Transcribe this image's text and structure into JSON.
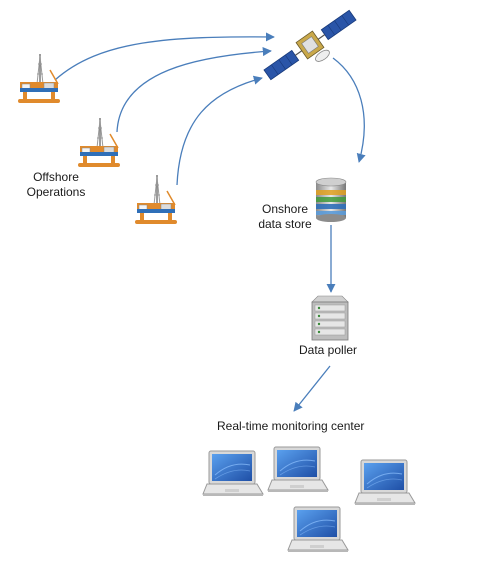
{
  "labels": {
    "offshore_line1": "Offshore",
    "offshore_line2": "Operations",
    "onshore_line1": "Onshore",
    "onshore_line2": "data store",
    "data_poller": "Data poller",
    "monitoring_center": "Real-time monitoring center"
  },
  "icons": {
    "rigs": [
      "oil-rig-icon",
      "oil-rig-icon",
      "oil-rig-icon"
    ],
    "satellite": "satellite-icon",
    "database": "database-icon",
    "server": "server-icon",
    "laptops": [
      "laptop-icon",
      "laptop-icon",
      "laptop-icon",
      "laptop-icon"
    ]
  },
  "colors": {
    "arrow": "#4a7ebb",
    "rig_orange": "#e08a2c",
    "rig_blue": "#2f6fb8",
    "screen_blue": "#2a6dc9"
  }
}
